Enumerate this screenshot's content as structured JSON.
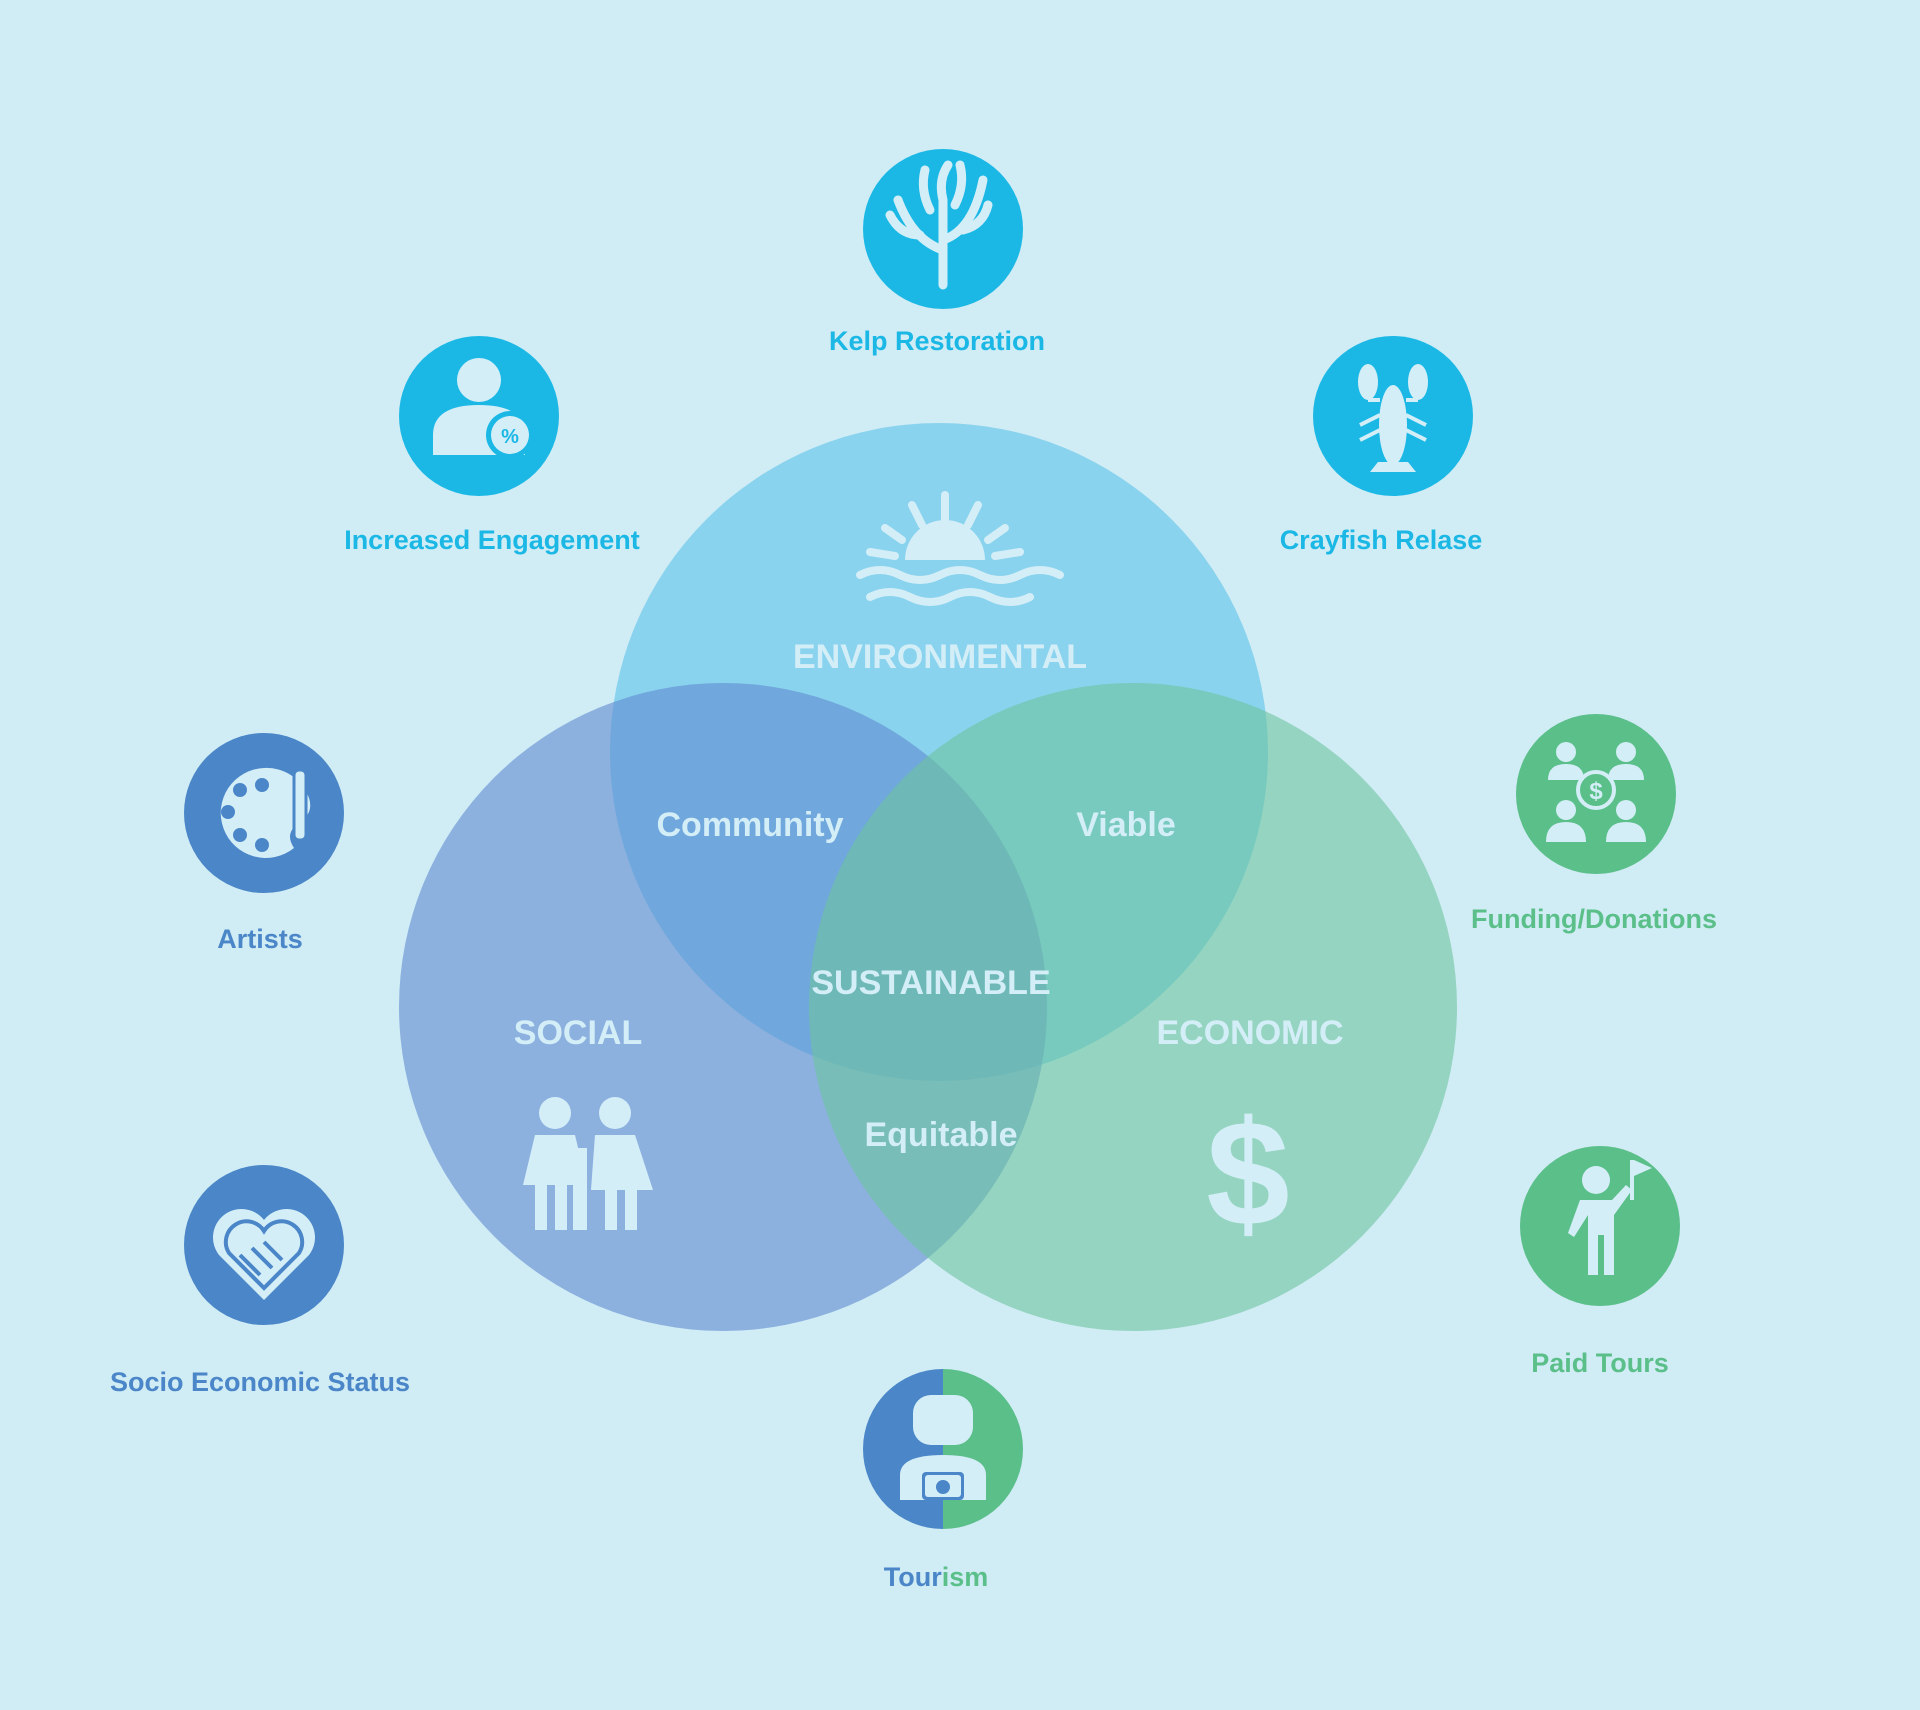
{
  "venn": {
    "environmental": "ENVIRONMENTAL",
    "social": "SOCIAL",
    "economic": "ECONOMIC",
    "community": "Community",
    "viable": "Viable",
    "equitable": "Equitable",
    "sustainable": "SUSTAINABLE"
  },
  "items": {
    "kelp": {
      "label": "Kelp Restoration",
      "icon": "kelp-icon"
    },
    "crayfish": {
      "label": "Crayfish Relase",
      "icon": "crayfish-icon"
    },
    "engagement": {
      "label": "Increased Engagement",
      "icon": "person-percent-icon"
    },
    "artists": {
      "label": "Artists",
      "icon": "palette-icon"
    },
    "funding": {
      "label": "Funding/Donations",
      "icon": "group-dollar-icon"
    },
    "socio": {
      "label": "Socio Economic Status",
      "icon": "heart-handshake-icon"
    },
    "tours": {
      "label": "Paid Tours",
      "icon": "person-flag-icon"
    },
    "tourism": {
      "label_a": "Tour",
      "label_b": "ism",
      "icon": "tourist-camera-icon"
    }
  },
  "colors": {
    "background": "#d0ecf5",
    "environmental": "#1bb8e6",
    "social": "#4a86c8",
    "economic": "#5bbf8a"
  }
}
